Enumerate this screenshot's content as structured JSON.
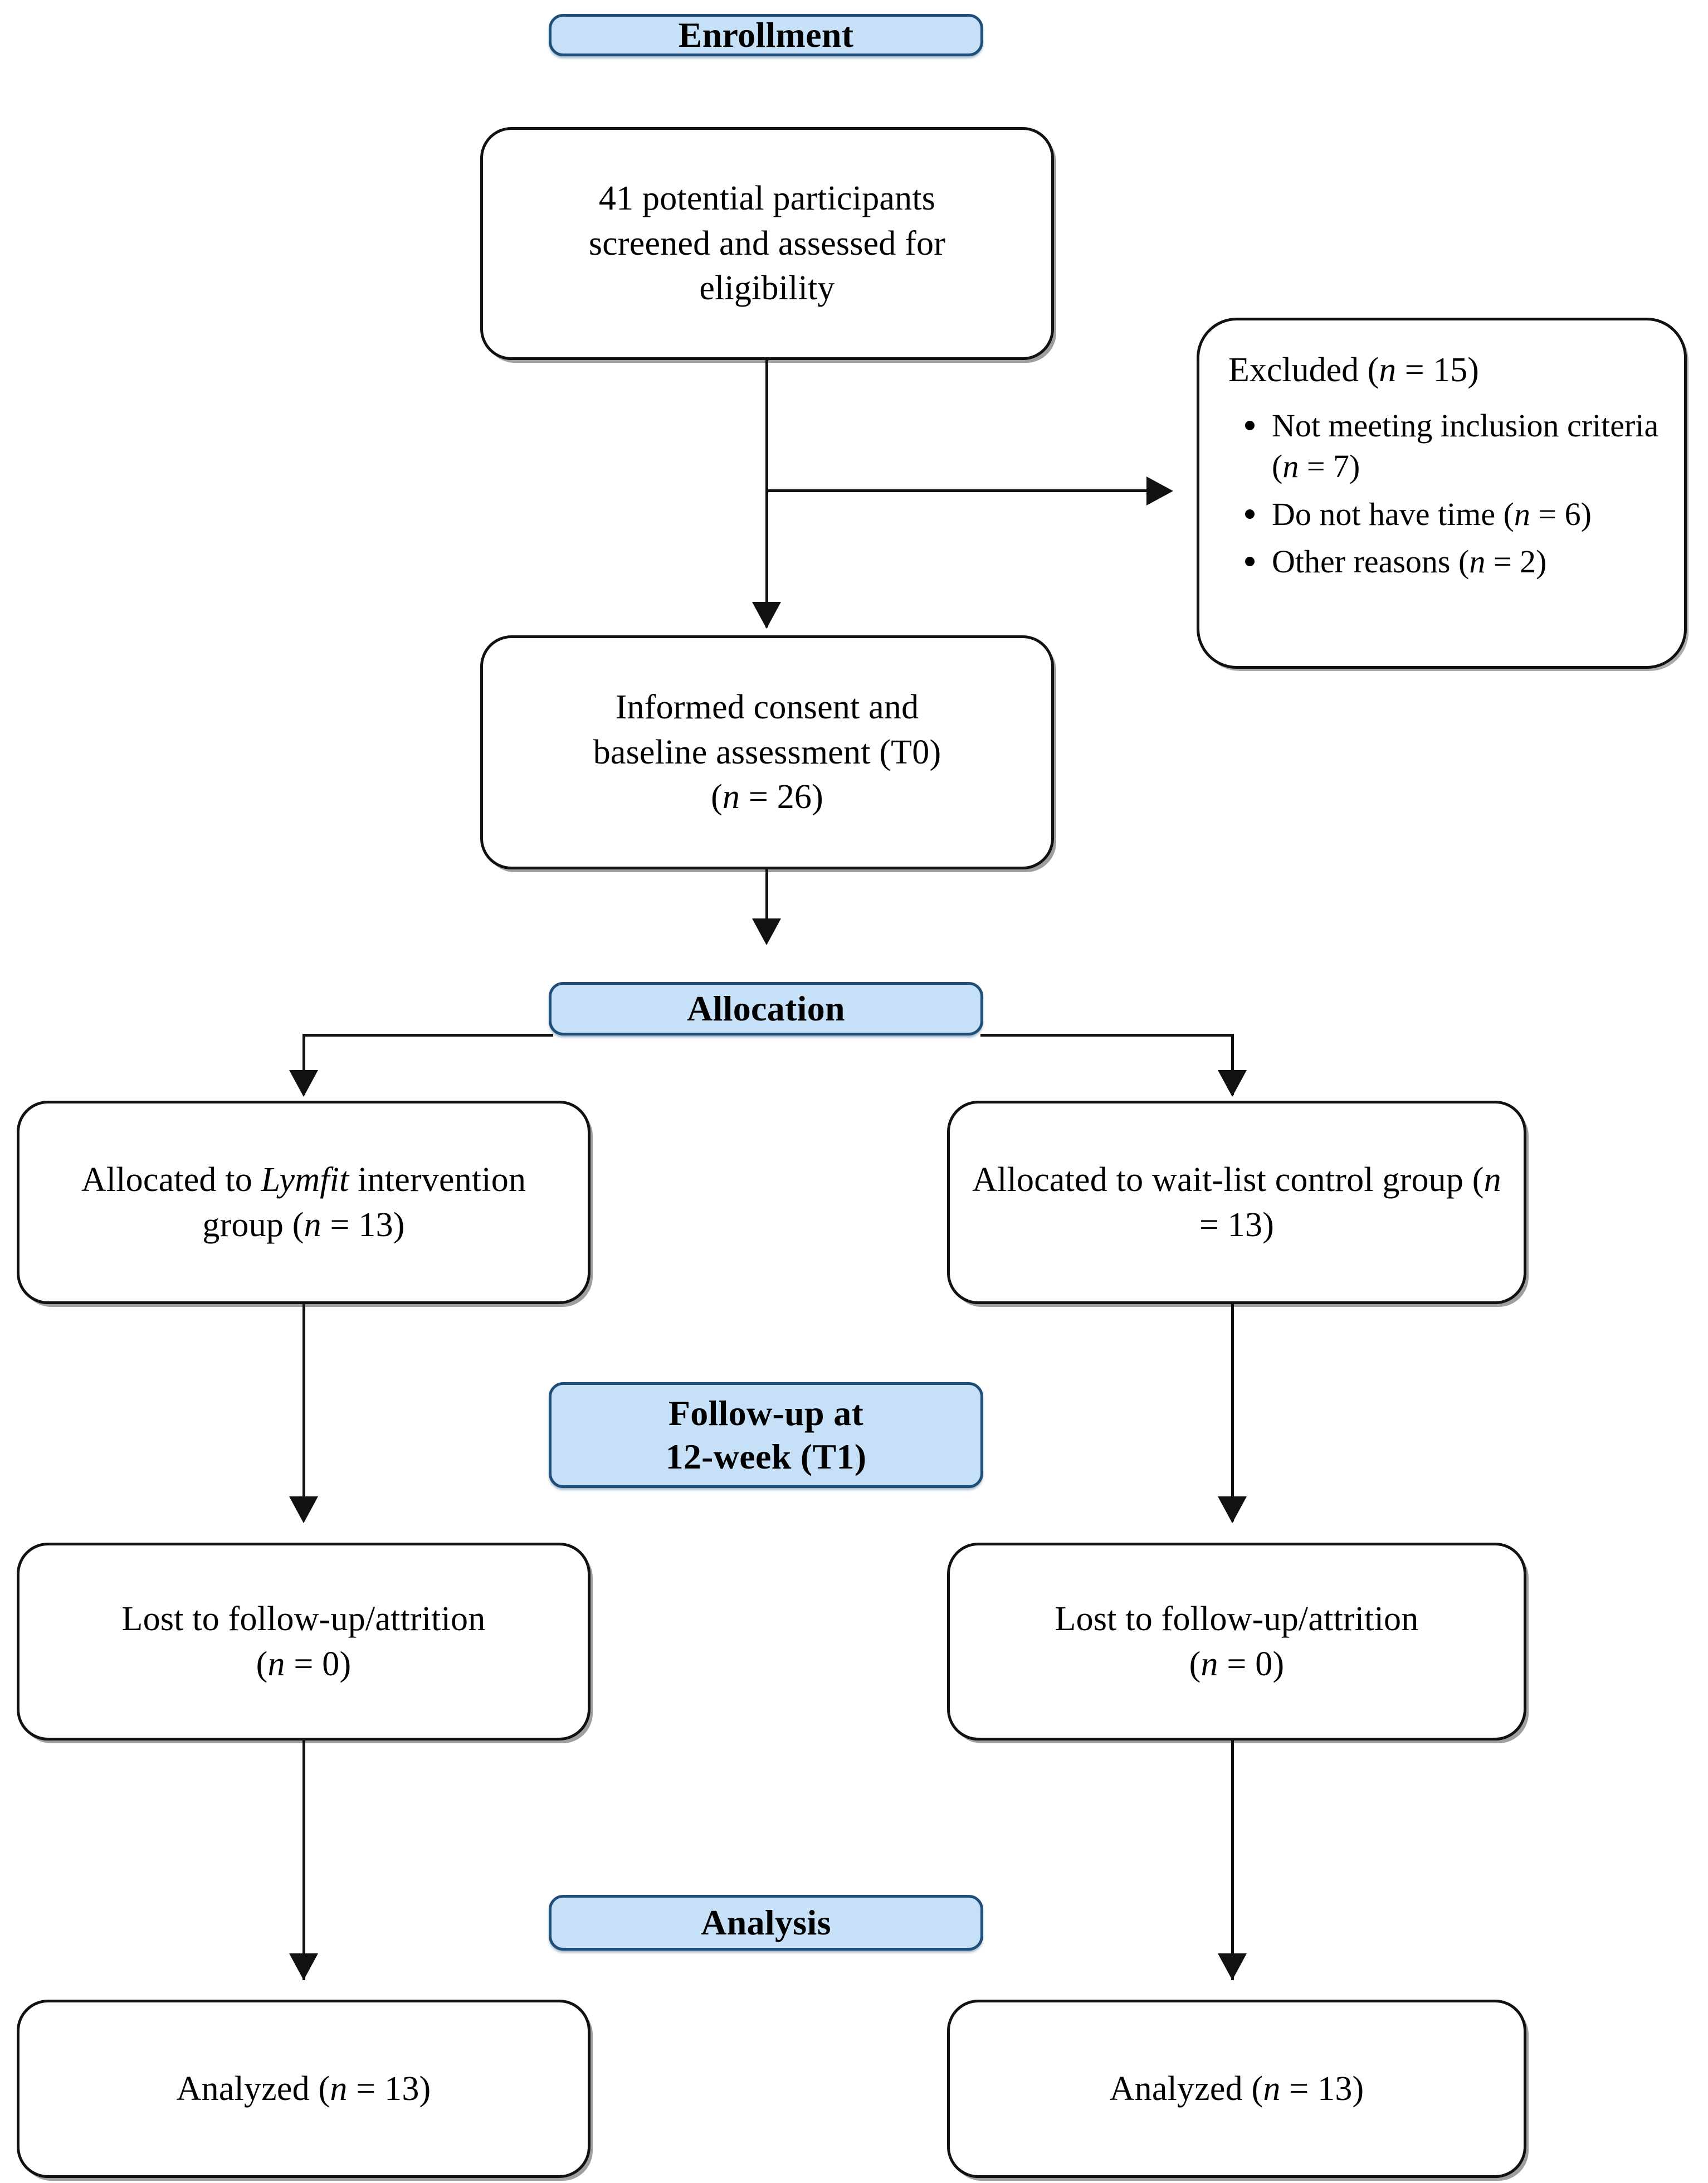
{
  "diagram": {
    "title": "CONSORT participant flow diagram",
    "accent_blue_fill": "#c6e0f7",
    "accent_blue_border": "#1f4e79",
    "box_border": "#111111",
    "background": "#ffffff"
  },
  "stages": {
    "enrollment": "Enrollment",
    "allocation": "Allocation",
    "followup_line1": "Follow-up at",
    "followup_line2": "12-week (T1)",
    "analysis": "Analysis"
  },
  "nodes": {
    "screened": {
      "line1": "41 potential participants",
      "line2": "screened and assessed for",
      "line3": "eligibility",
      "count": 41
    },
    "excluded": {
      "heading_text": "Excluded (",
      "heading_n": "n",
      "heading_eq": " = 15)",
      "total": 15,
      "reasons": [
        {
          "label": "Not meeting inclusion criteria (",
          "n": "n",
          "value": " = 7)",
          "count": 7
        },
        {
          "label": "Do not have time (",
          "n": "n",
          "value": " = 6)",
          "count": 6
        },
        {
          "label": "Other reasons (",
          "n": "n",
          "value": " = 2)",
          "count": 2
        }
      ]
    },
    "consent": {
      "line1": "Informed consent and",
      "line2": "baseline assessment (T0)",
      "line3_pre": "(",
      "line3_n": "n",
      "line3_post": " = 26)",
      "count": 26
    },
    "alloc_intervention": {
      "pre": "Allocated to ",
      "italic": "Lymfit",
      "mid": " intervention group (",
      "n": "n",
      "post": " = 13)",
      "count": 13
    },
    "alloc_control": {
      "pre": "Allocated to wait-list control group (",
      "n": "n",
      "post": " = 13)",
      "count": 13
    },
    "lost_intervention": {
      "line1": "Lost to follow-up/attrition",
      "line2_pre": "(",
      "line2_n": "n",
      "line2_post": " = 0)",
      "count": 0
    },
    "lost_control": {
      "line1": "Lost to follow-up/attrition",
      "line2_pre": "(",
      "line2_n": "n",
      "line2_post": " = 0)",
      "count": 0
    },
    "analyzed_intervention": {
      "pre": "Analyzed (",
      "n": "n",
      "post": " = 13)",
      "count": 13
    },
    "analyzed_control": {
      "pre": "Analyzed (",
      "n": "n",
      "post": " = 13)",
      "count": 13
    }
  }
}
